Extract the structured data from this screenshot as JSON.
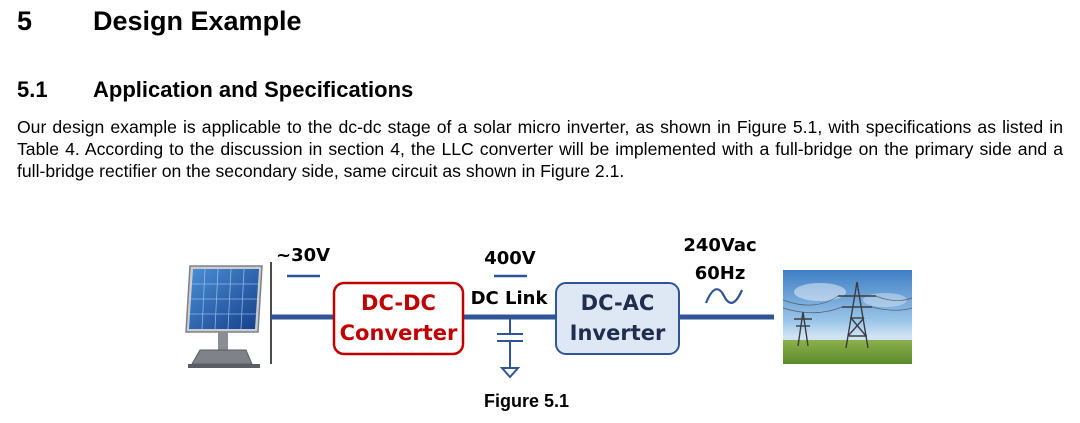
{
  "section": {
    "number": "5",
    "title": "Design Example"
  },
  "subsection": {
    "number": "5.1",
    "title": "Application and Specifications"
  },
  "paragraph": "Our design example is applicable to the dc-dc stage of a solar micro inverter, as shown in Figure 5.1, with specifications as listed in Table 4. According to the discussion in section 4, the LLC converter will be implemented with a full-bridge on the primary side and a full-bridge rectifier on the secondary side, same circuit as shown in Figure 2.1.",
  "figure": {
    "input_voltage": "~30V",
    "dcdc_block": {
      "line1": "DC-DC",
      "line2": "Converter"
    },
    "dc_link_voltage": "400V",
    "dc_link_label": "DC Link",
    "dcac_block": {
      "line1": "DC-AC",
      "line2": "Inverter"
    },
    "output_voltage": "240Vac",
    "output_frequency": "60Hz",
    "caption": "Figure 5.1",
    "icons": [
      "solar-panel-icon",
      "capacitor-icon",
      "ground-icon",
      "ac-sine-icon",
      "power-tower-icon"
    ],
    "colors": {
      "bus_line": "#2f5597",
      "dcdc_border": "#c00000",
      "dcdc_text": "#c00000",
      "dcac_border": "#2f5597",
      "dcac_fill": "#dee8f5",
      "dcac_text": "#1f2d4f"
    }
  }
}
